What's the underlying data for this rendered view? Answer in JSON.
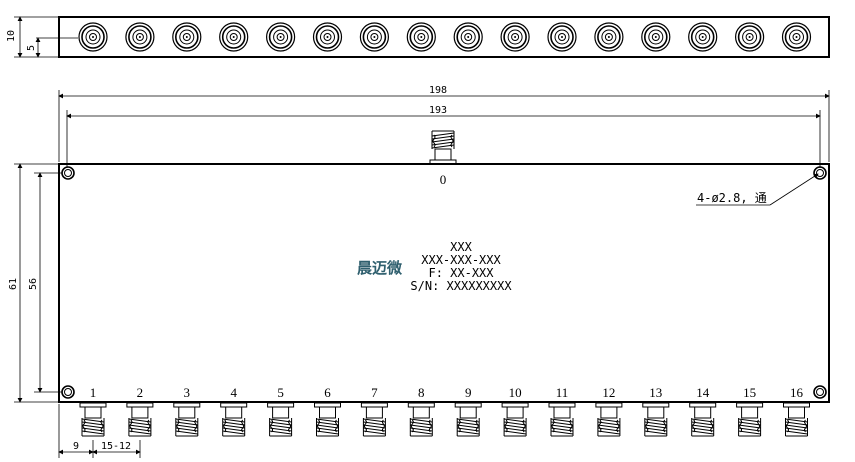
{
  "dimensions": {
    "height_total": "10",
    "height_half": "5",
    "overall_width": "198",
    "hole_spacing_width": "193",
    "overall_height": "61",
    "hole_spacing_height": "56",
    "first_port_offset": "9",
    "port_pitch": "15-12"
  },
  "input_port": "0",
  "output_ports": [
    "1",
    "2",
    "3",
    "4",
    "5",
    "6",
    "7",
    "8",
    "9",
    "10",
    "11",
    "12",
    "13",
    "14",
    "15",
    "16"
  ],
  "hole_note": "4-ø2.8, 通",
  "logo": "晨迈微",
  "label": {
    "line1": "XXX",
    "line2": "XXX-XXX-XXX",
    "line3": "F: XX-XXX",
    "line4": "S/N: XXXXXXXXX"
  },
  "colors": {
    "line": "#000000",
    "logo": "#2f5f6e"
  }
}
